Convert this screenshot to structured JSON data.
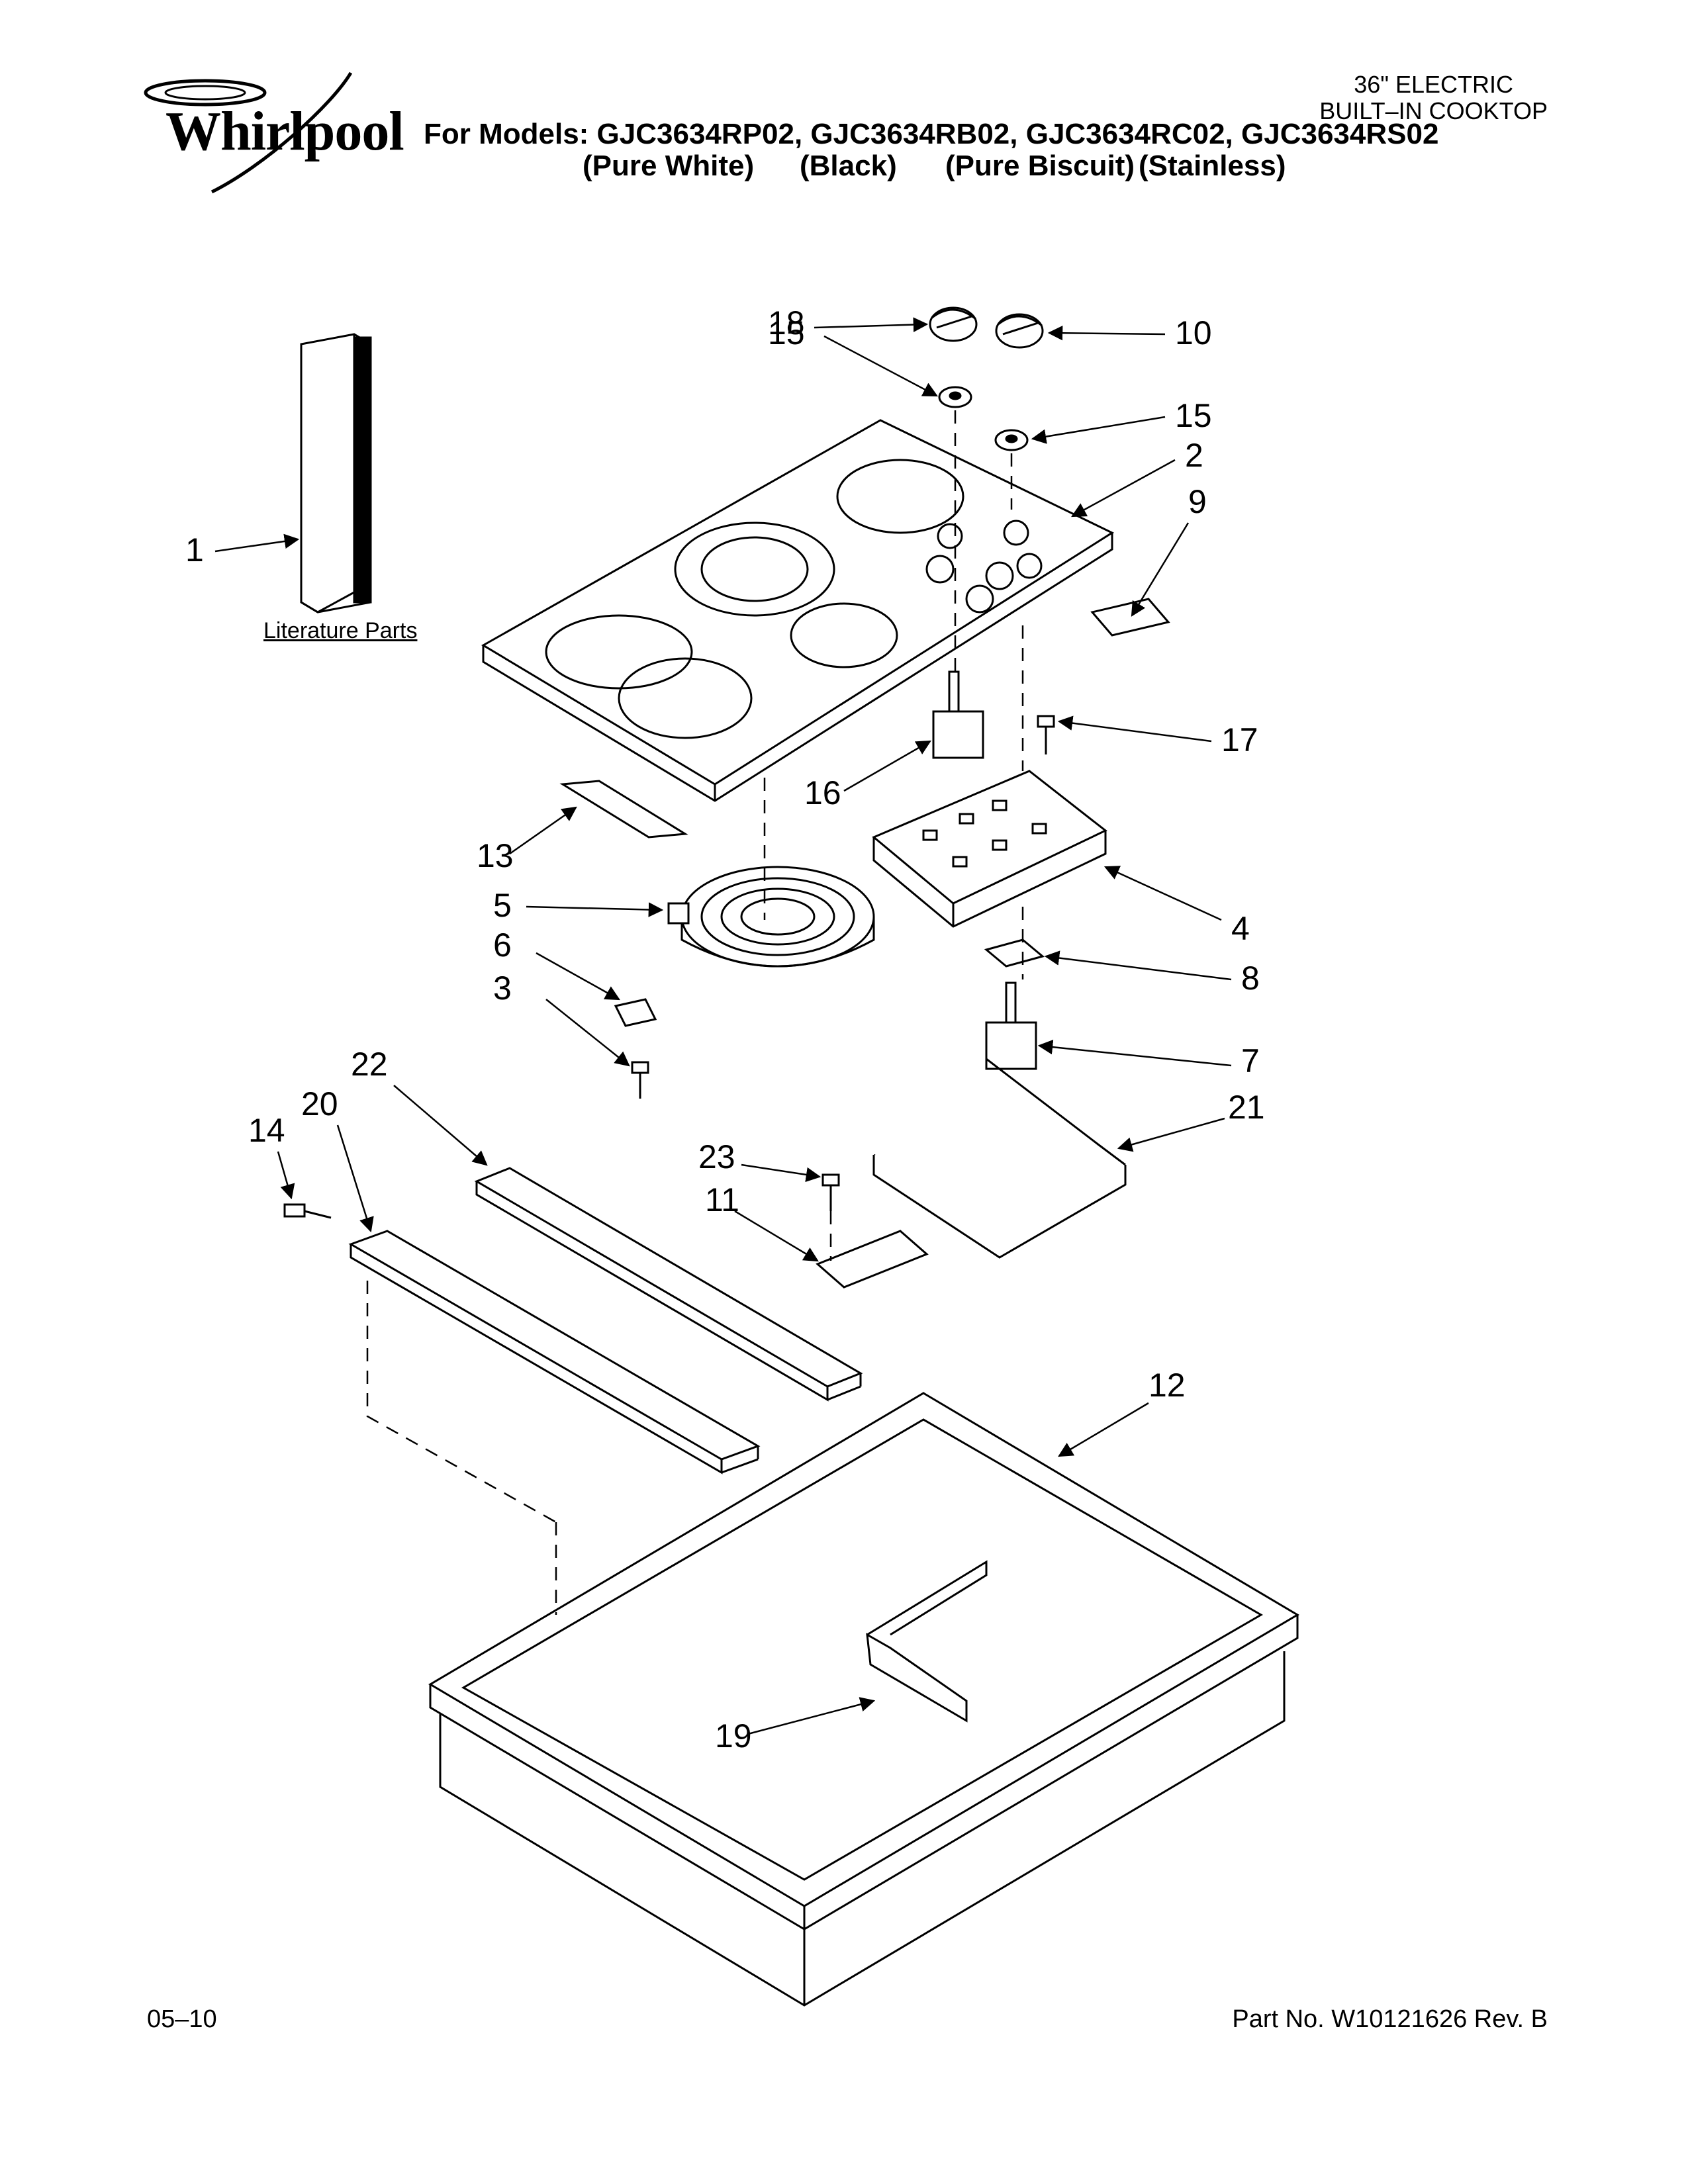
{
  "header": {
    "brand": "Whirlpool",
    "models_line": "For Models: GJC3634RP02, GJC3634RB02, GJC3634RC02, GJC3634RS02",
    "colors": [
      "(Pure White)",
      "(Black)",
      "(Pure Biscuit)",
      "(Stainless)"
    ],
    "product_line1": "36\" ELECTRIC",
    "product_line2": "BUILT–IN COOKTOP"
  },
  "diagram": {
    "literature_label": "Literature Parts",
    "callouts": [
      "1",
      "2",
      "3",
      "4",
      "5",
      "6",
      "7",
      "8",
      "9",
      "10",
      "11",
      "12",
      "13",
      "14",
      "15",
      "15",
      "16",
      "17",
      "18",
      "19",
      "20",
      "21",
      "22",
      "23"
    ]
  },
  "footer": {
    "date": "05–10",
    "part_number": "Part No. W10121626 Rev. B"
  },
  "colors": {
    "ink": "#000000",
    "paper": "#ffffff"
  }
}
